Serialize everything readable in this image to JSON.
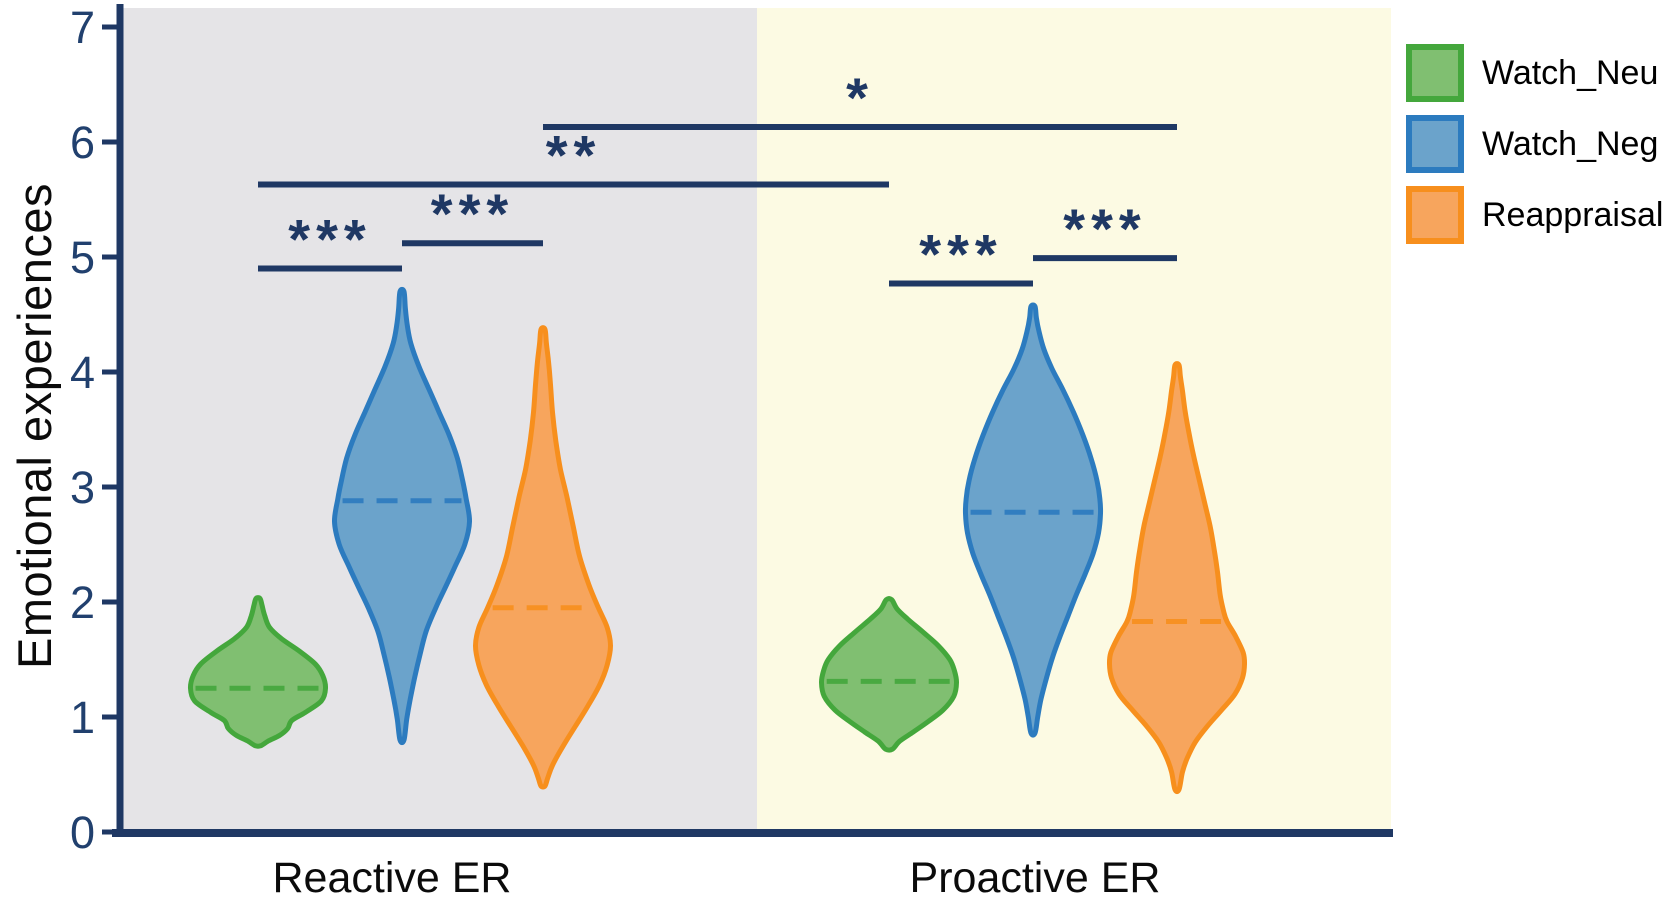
{
  "chart_data": {
    "type": "violin",
    "title": "",
    "ylabel": "Emotional experiences",
    "xlabel": "",
    "ylim": [
      0,
      7
    ],
    "yticks": [
      "0",
      "1",
      "2",
      "3",
      "4",
      "5",
      "6",
      "7"
    ],
    "x_categories": [
      "Reactive ER",
      "Proactive ER"
    ],
    "series": [
      "Watch_Neu",
      "Watch_Neg",
      "Reappraisal"
    ],
    "legend_position": "top-right",
    "grid": false,
    "axis_color": "#1f3864",
    "tick_label_color": "#21406e",
    "panel_colors": [
      "#e5e4e7",
      "#fcfae3"
    ],
    "series_colors": {
      "Watch_Neu": {
        "fill": "#80bf71",
        "stroke": "#44a73c"
      },
      "Watch_Neg": {
        "fill": "#6ba3cb",
        "stroke": "#2c7bbf"
      },
      "Reappraisal": {
        "fill": "#f7a55d",
        "stroke": "#f78f1d"
      }
    },
    "groups": [
      {
        "label": "Reactive ER",
        "violins": [
          {
            "series": "Watch_Neu",
            "median": 1.25,
            "range": [
              0.75,
              2.03
            ],
            "profile": [
              [
                2.03,
                0.03
              ],
              [
                1.97,
                0.06
              ],
              [
                1.88,
                0.1
              ],
              [
                1.78,
                0.17
              ],
              [
                1.68,
                0.35
              ],
              [
                1.57,
                0.62
              ],
              [
                1.46,
                0.85
              ],
              [
                1.36,
                0.96
              ],
              [
                1.25,
                1.0
              ],
              [
                1.14,
                0.94
              ],
              [
                1.04,
                0.7
              ],
              [
                0.97,
                0.5
              ],
              [
                0.9,
                0.44
              ],
              [
                0.84,
                0.32
              ],
              [
                0.79,
                0.15
              ],
              [
                0.75,
                0.04
              ]
            ]
          },
          {
            "series": "Watch_Neg",
            "median": 2.88,
            "range": [
              0.8,
              4.7
            ],
            "profile": [
              [
                4.7,
                0.03
              ],
              [
                4.55,
                0.05
              ],
              [
                4.4,
                0.08
              ],
              [
                4.25,
                0.13
              ],
              [
                4.05,
                0.25
              ],
              [
                3.85,
                0.4
              ],
              [
                3.65,
                0.55
              ],
              [
                3.45,
                0.7
              ],
              [
                3.25,
                0.82
              ],
              [
                3.05,
                0.9
              ],
              [
                2.9,
                0.95
              ],
              [
                2.7,
                1.0
              ],
              [
                2.5,
                0.93
              ],
              [
                2.3,
                0.78
              ],
              [
                2.1,
                0.62
              ],
              [
                1.95,
                0.5
              ],
              [
                1.75,
                0.36
              ],
              [
                1.55,
                0.27
              ],
              [
                1.35,
                0.19
              ],
              [
                1.15,
                0.12
              ],
              [
                0.98,
                0.07
              ],
              [
                0.8,
                0.03
              ]
            ]
          },
          {
            "series": "Reappraisal",
            "median": 1.95,
            "range": [
              0.4,
              4.37
            ],
            "profile": [
              [
                4.37,
                0.03
              ],
              [
                4.25,
                0.05
              ],
              [
                4.1,
                0.08
              ],
              [
                3.9,
                0.11
              ],
              [
                3.65,
                0.14
              ],
              [
                3.4,
                0.19
              ],
              [
                3.15,
                0.26
              ],
              [
                2.9,
                0.36
              ],
              [
                2.65,
                0.45
              ],
              [
                2.4,
                0.54
              ],
              [
                2.15,
                0.68
              ],
              [
                1.95,
                0.82
              ],
              [
                1.78,
                0.95
              ],
              [
                1.62,
                1.0
              ],
              [
                1.45,
                0.95
              ],
              [
                1.28,
                0.84
              ],
              [
                1.1,
                0.67
              ],
              [
                0.92,
                0.48
              ],
              [
                0.75,
                0.3
              ],
              [
                0.58,
                0.14
              ],
              [
                0.47,
                0.07
              ],
              [
                0.4,
                0.03
              ]
            ]
          }
        ]
      },
      {
        "label": "Proactive ER",
        "violins": [
          {
            "series": "Watch_Neu",
            "median": 1.31,
            "range": [
              0.72,
              2.02
            ],
            "profile": [
              [
                2.02,
                0.04
              ],
              [
                1.94,
                0.12
              ],
              [
                1.85,
                0.28
              ],
              [
                1.74,
                0.5
              ],
              [
                1.62,
                0.73
              ],
              [
                1.5,
                0.9
              ],
              [
                1.4,
                0.97
              ],
              [
                1.3,
                1.0
              ],
              [
                1.18,
                0.96
              ],
              [
                1.06,
                0.8
              ],
              [
                0.96,
                0.58
              ],
              [
                0.87,
                0.36
              ],
              [
                0.79,
                0.16
              ],
              [
                0.72,
                0.05
              ]
            ]
          },
          {
            "series": "Watch_Neg",
            "median": 2.78,
            "range": [
              0.86,
              4.57
            ],
            "profile": [
              [
                4.57,
                0.03
              ],
              [
                4.47,
                0.05
              ],
              [
                4.35,
                0.09
              ],
              [
                4.2,
                0.16
              ],
              [
                4.03,
                0.28
              ],
              [
                3.85,
                0.44
              ],
              [
                3.65,
                0.6
              ],
              [
                3.45,
                0.74
              ],
              [
                3.25,
                0.86
              ],
              [
                3.05,
                0.95
              ],
              [
                2.9,
                0.99
              ],
              [
                2.77,
                1.0
              ],
              [
                2.6,
                0.97
              ],
              [
                2.42,
                0.89
              ],
              [
                2.24,
                0.77
              ],
              [
                2.06,
                0.64
              ],
              [
                1.88,
                0.52
              ],
              [
                1.7,
                0.4
              ],
              [
                1.52,
                0.29
              ],
              [
                1.34,
                0.2
              ],
              [
                1.16,
                0.12
              ],
              [
                1.0,
                0.07
              ],
              [
                0.86,
                0.03
              ]
            ]
          },
          {
            "series": "Reappraisal",
            "median": 1.83,
            "range": [
              0.37,
              4.06
            ],
            "profile": [
              [
                4.06,
                0.03
              ],
              [
                3.96,
                0.05
              ],
              [
                3.84,
                0.08
              ],
              [
                3.66,
                0.12
              ],
              [
                3.46,
                0.18
              ],
              [
                3.26,
                0.25
              ],
              [
                3.06,
                0.33
              ],
              [
                2.86,
                0.41
              ],
              [
                2.66,
                0.49
              ],
              [
                2.46,
                0.55
              ],
              [
                2.26,
                0.6
              ],
              [
                2.06,
                0.64
              ],
              [
                1.92,
                0.69
              ],
              [
                1.83,
                0.74
              ],
              [
                1.7,
                0.87
              ],
              [
                1.56,
                0.98
              ],
              [
                1.46,
                1.0
              ],
              [
                1.34,
                0.97
              ],
              [
                1.2,
                0.86
              ],
              [
                1.06,
                0.66
              ],
              [
                0.92,
                0.45
              ],
              [
                0.78,
                0.27
              ],
              [
                0.64,
                0.15
              ],
              [
                0.52,
                0.08
              ],
              [
                0.37,
                0.03
              ]
            ]
          }
        ]
      }
    ],
    "significance": [
      {
        "label": "***",
        "a": [
          0,
          0
        ],
        "b": [
          0,
          1
        ],
        "y": 4.9
      },
      {
        "label": "***",
        "a": [
          0,
          1
        ],
        "b": [
          0,
          2
        ],
        "y": 5.12
      },
      {
        "label": "**",
        "a": [
          0,
          0
        ],
        "b": [
          1,
          0
        ],
        "y": 5.63
      },
      {
        "label": "*",
        "a": [
          0,
          2
        ],
        "b": [
          1,
          2
        ],
        "y": 6.13
      },
      {
        "label": "***",
        "a": [
          1,
          0
        ],
        "b": [
          1,
          1
        ],
        "y": 4.77
      },
      {
        "label": "***",
        "a": [
          1,
          1
        ],
        "b": [
          1,
          2
        ],
        "y": 4.99
      }
    ]
  },
  "legend": {
    "items": [
      {
        "label": "Watch_Neu",
        "fill": "#80bf71",
        "stroke": "#44a73c"
      },
      {
        "label": "Watch_Neg",
        "fill": "#6ba3cb",
        "stroke": "#2c7bbf"
      },
      {
        "label": "Reappraisal",
        "fill": "#f7a55d",
        "stroke": "#f78f1d"
      }
    ]
  }
}
